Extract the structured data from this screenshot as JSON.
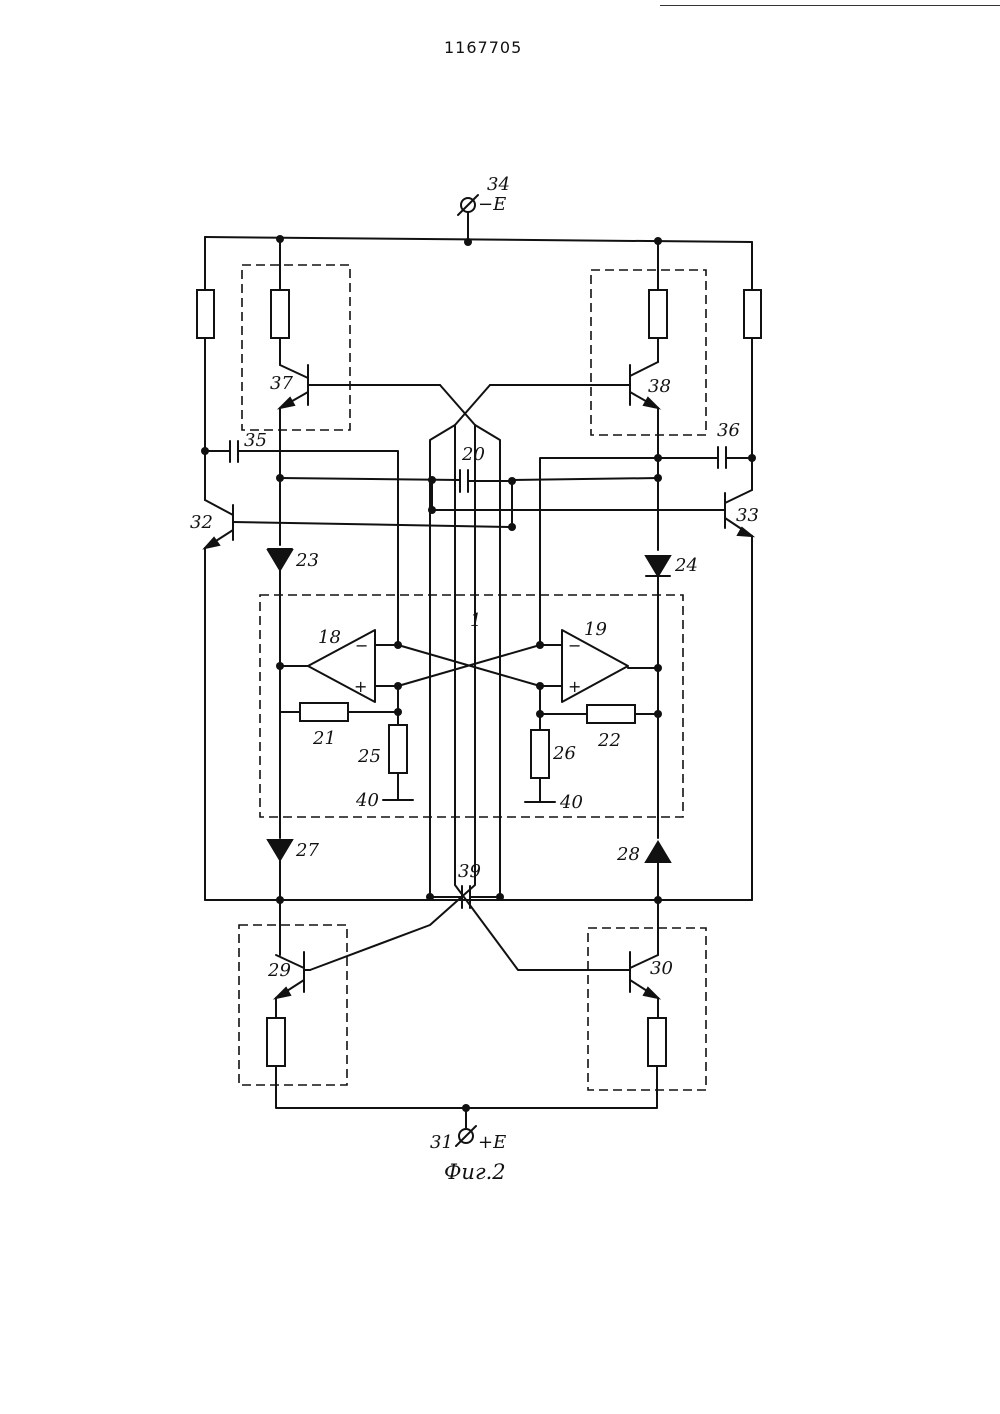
{
  "header": {
    "document_number": "1167705"
  },
  "caption": {
    "figure_label": "Фиг.2"
  },
  "terminals": {
    "neg_supply": {
      "number": "34",
      "label": "−E"
    },
    "pos_supply": {
      "number": "31",
      "label": "+E"
    }
  },
  "opamps": {
    "u18": {
      "ref": "18",
      "minus": "−",
      "plus": "+"
    },
    "u19": {
      "ref": "19",
      "minus": "−",
      "plus": "+"
    }
  },
  "block": {
    "ref": "1"
  },
  "transistors": {
    "t29": "29",
    "t30": "30",
    "t32": "32",
    "t33": "33",
    "t37": "37",
    "t38": "38"
  },
  "diodes": {
    "d23": "23",
    "d24": "24",
    "d27": "27",
    "d28": "28"
  },
  "capacitors": {
    "c20": "20",
    "c35": "35",
    "c36": "36",
    "c39": "39"
  },
  "resistors": {
    "r21": "21",
    "r22": "22",
    "r25": "25",
    "r26": "26"
  },
  "grounds": {
    "g40_left": "40",
    "g40_right": "40"
  }
}
